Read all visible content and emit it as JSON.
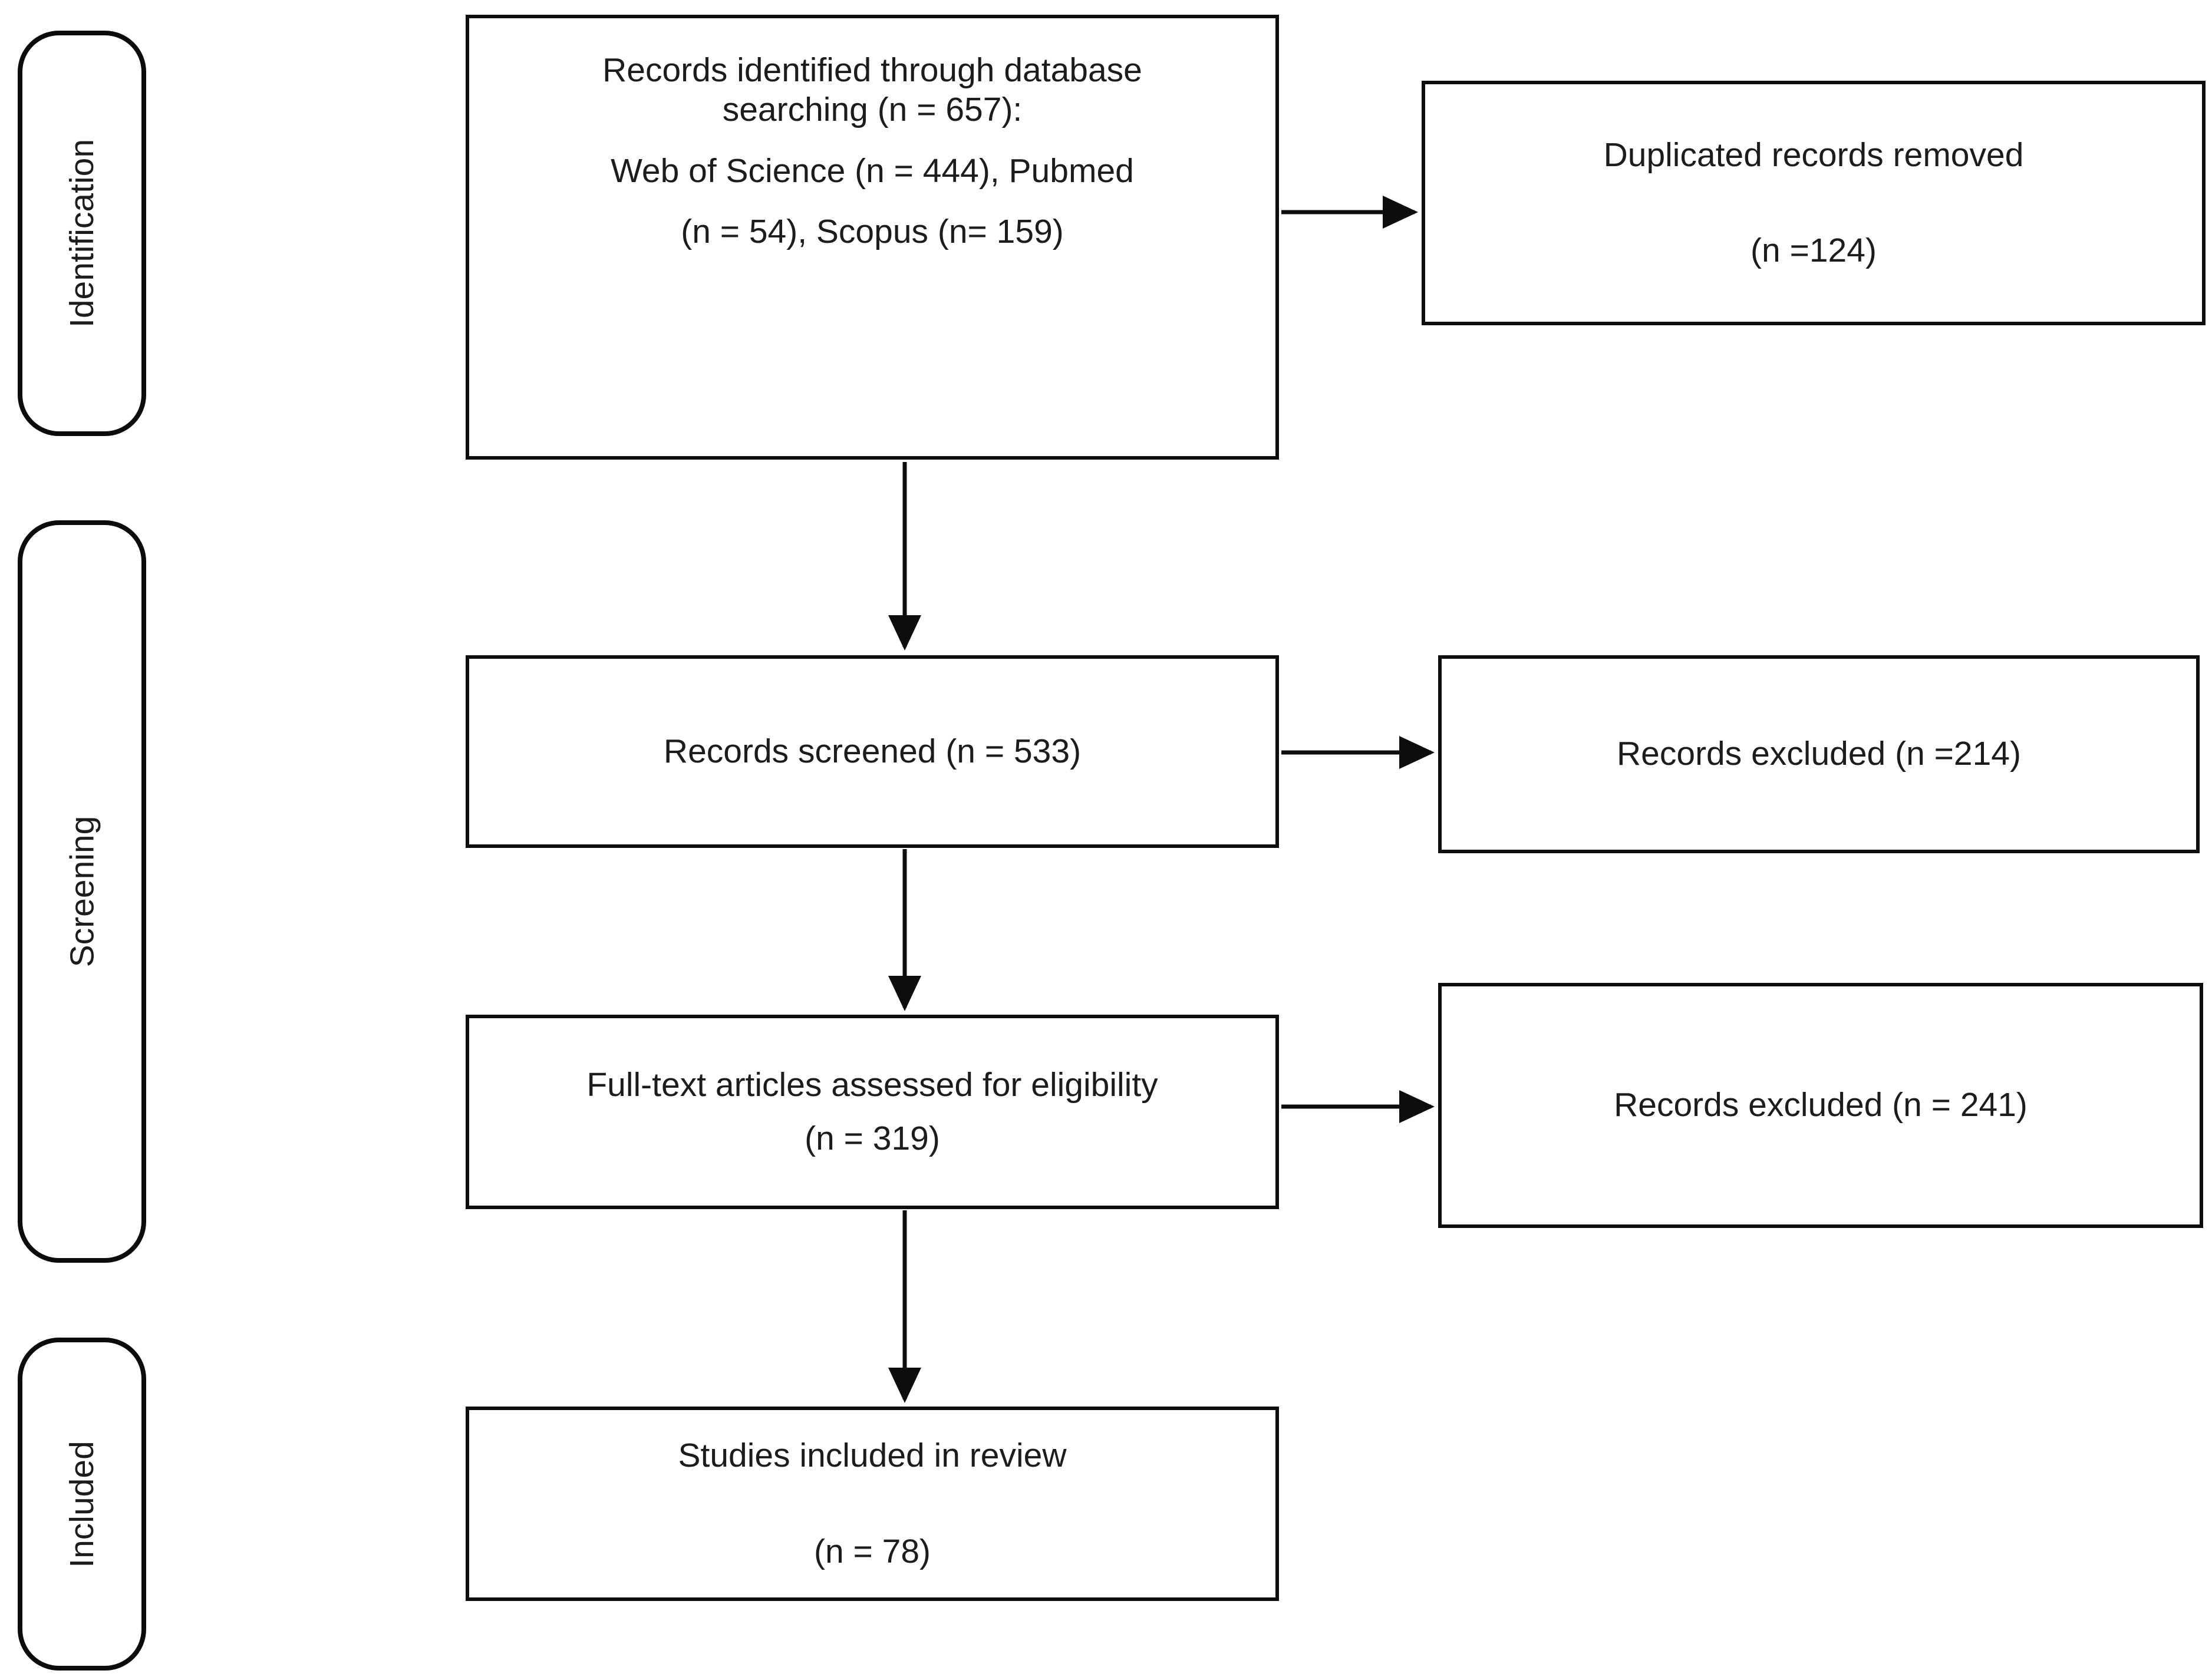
{
  "colors": {
    "ink": "#0d0d0d",
    "text": "#1c1c1c",
    "background": "#ffffff"
  },
  "stages": {
    "identification": "Identification",
    "screening": "Screening",
    "included": "Included"
  },
  "flow": {
    "identified": {
      "p1": "Records identified through database searching (n = 657):",
      "p2": "Web of Science (n = 444), Pubmed",
      "p3": "(n = 54), Scopus (n= 159)"
    },
    "duplicates_removed": {
      "p1": "Duplicated records removed",
      "p2": "(n =124)"
    },
    "screened": {
      "p1": "Records screened (n = 533)"
    },
    "excluded_after_screening": {
      "p1": "Records excluded (n =214)"
    },
    "fulltext_assessed": {
      "p1": "Full-text articles assessed for eligibility (n = 319)"
    },
    "excluded_after_fulltext": {
      "p1": "Records excluded (n = 241)"
    },
    "included_in_review": {
      "p1": "Studies included in review",
      "p2": "(n = 78)"
    }
  }
}
